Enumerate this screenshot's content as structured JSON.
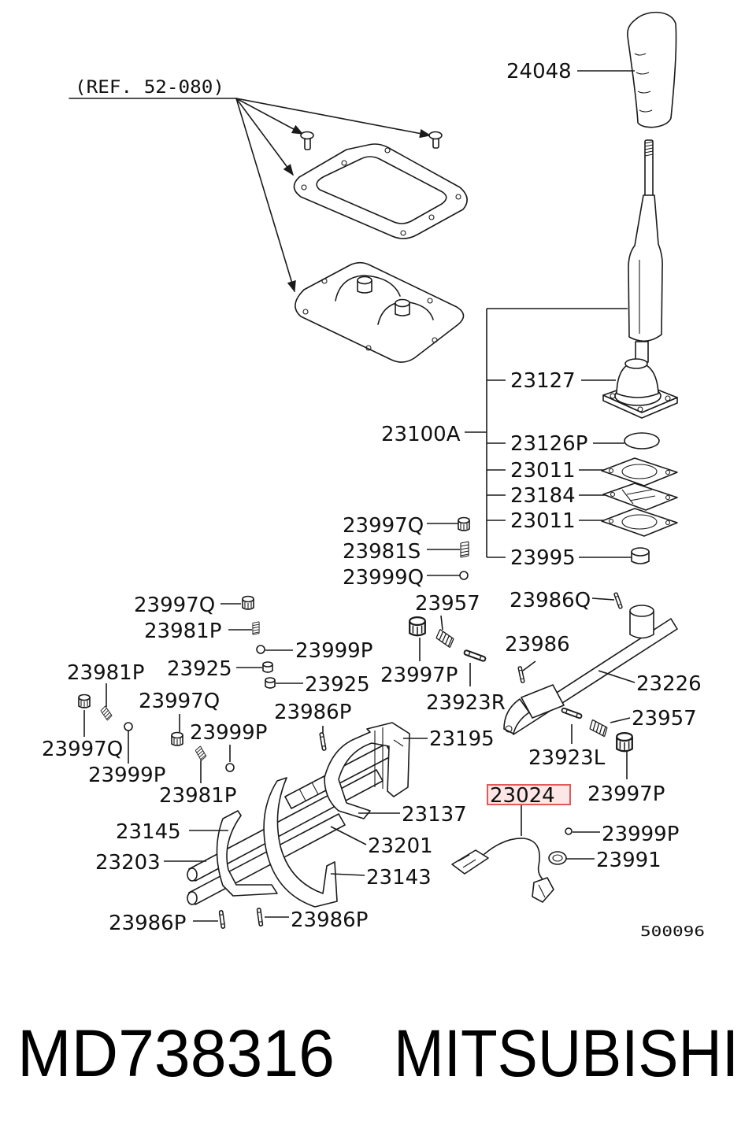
{
  "reference": "(REF. 52-080)",
  "part_labels": [
    "24048",
    "23127",
    "23100A",
    "23126P",
    "23011",
    "23184",
    "23011",
    "23995",
    "23997Q",
    "23981S",
    "23999Q",
    "23997Q",
    "23981P",
    "23999P",
    "23925",
    "23925",
    "23957",
    "23986Q",
    "23986",
    "23226",
    "23997P",
    "23923R",
    "23981P",
    "23997Q",
    "23986P",
    "23195",
    "23957",
    "23999P",
    "23997Q",
    "23923L",
    "23999P",
    "23981P",
    "23024",
    "23997P",
    "23137",
    "23145",
    "23999P",
    "23201",
    "23203",
    "23991",
    "23143",
    "23986P",
    "23986P"
  ],
  "diagram_code": "500096",
  "highlight_color": "#e05a5a",
  "footer": {
    "part_number": "MD738316",
    "brand": "MITSUBISHI"
  }
}
